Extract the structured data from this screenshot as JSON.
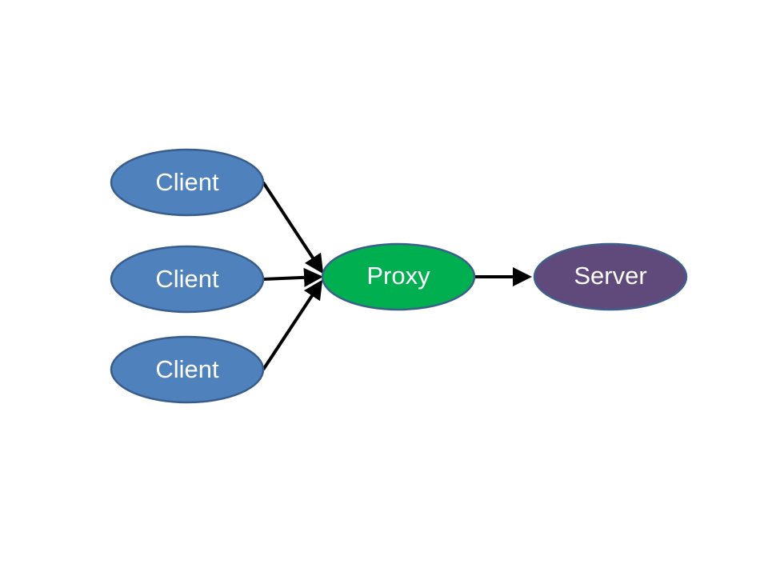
{
  "nodes": {
    "client_1": {
      "label": "Client",
      "fill": "#4f81bd",
      "stroke": "#385d8a"
    },
    "client_2": {
      "label": "Client",
      "fill": "#4f81bd",
      "stroke": "#385d8a"
    },
    "client_3": {
      "label": "Client",
      "fill": "#4f81bd",
      "stroke": "#385d8a"
    },
    "proxy": {
      "label": "Proxy",
      "fill": "#00b050",
      "stroke": "#3a5f8a"
    },
    "server": {
      "label": "Server",
      "fill": "#604a7b",
      "stroke": "#3f5f8a"
    }
  },
  "edges": [
    {
      "from": "client_1",
      "to": "proxy"
    },
    {
      "from": "client_2",
      "to": "proxy"
    },
    {
      "from": "client_3",
      "to": "proxy"
    },
    {
      "from": "proxy",
      "to": "server"
    }
  ],
  "colors": {
    "edge": "#000000",
    "label_text": "#ffffff"
  }
}
